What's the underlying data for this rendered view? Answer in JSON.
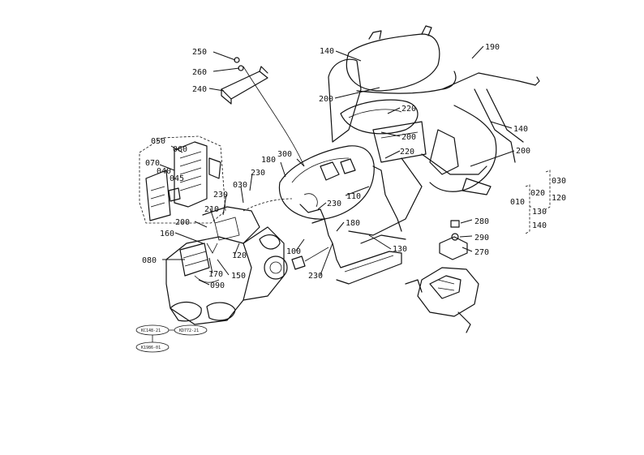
{
  "diagram": {
    "ink_color": "#111111",
    "background_color": "#ffffff",
    "callouts": {
      "c250": "250",
      "c260": "260",
      "c240": "240",
      "c140a": "140",
      "c200a": "200",
      "c220a": "220",
      "c200b": "200",
      "c220b": "220",
      "c190": "190",
      "c140b": "140",
      "c200c": "200",
      "c050": "050",
      "c060": "060",
      "c070": "070",
      "c040": "040",
      "c045": "045",
      "c180a": "180",
      "c300": "300",
      "c230a": "230",
      "c030a": "030",
      "c230b": "230",
      "c110": "110",
      "c230c": "230",
      "c180b": "180",
      "c130": "130",
      "c100": "100",
      "c200d": "200",
      "c160": "160",
      "c210": "210",
      "c120a": "120",
      "c080": "080",
      "c170": "170",
      "c150": "150",
      "c090": "090",
      "c230d": "230",
      "c280": "280",
      "c290": "290",
      "c270": "270",
      "k010": "010",
      "k020": "020",
      "k030": "030",
      "k120": "120",
      "k130": "130",
      "k140": "140"
    },
    "stamps": {
      "s1": "KC148-21",
      "s2": "KD772-21",
      "s3": "K1986-01"
    }
  }
}
